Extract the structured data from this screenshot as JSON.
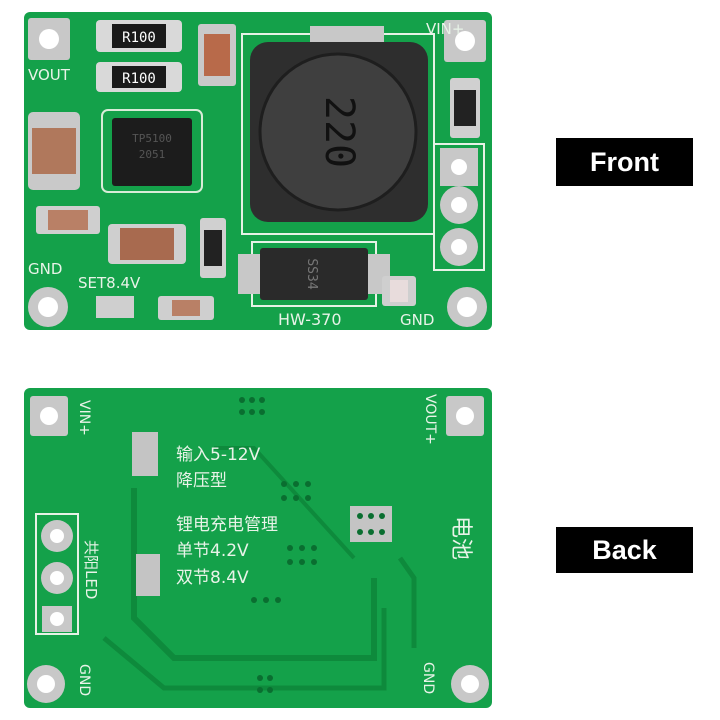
{
  "labels": {
    "front": "Front",
    "back": "Back"
  },
  "front_board": {
    "vin": "VIN+",
    "vout": "VOUT",
    "gnd_left": "GND",
    "gnd_right": "GND",
    "set_voltage": "SET8.4V",
    "model": "HW-370",
    "resistor_top": "R100",
    "resistor_second": "R100",
    "inductor": "220",
    "diode": "SS34",
    "chip_line1": "TP5100",
    "chip_line2": "2051"
  },
  "back_board": {
    "vin": "VIN+",
    "vout": "VOUT+",
    "gnd_left": "GND",
    "gnd_right": "GND",
    "led_label": "共阳LED",
    "battery_label": "电池",
    "note_lines": [
      "输入5-12V",
      "降压型",
      "锂电充电管理",
      "单节4.2V",
      "双节8.4V"
    ]
  },
  "colors": {
    "pcb": "#14a14a",
    "pcb_dark": "#0e8a3c",
    "pad": "#c8c8c8",
    "label_bg": "#000000",
    "label_fg": "#ffffff"
  }
}
